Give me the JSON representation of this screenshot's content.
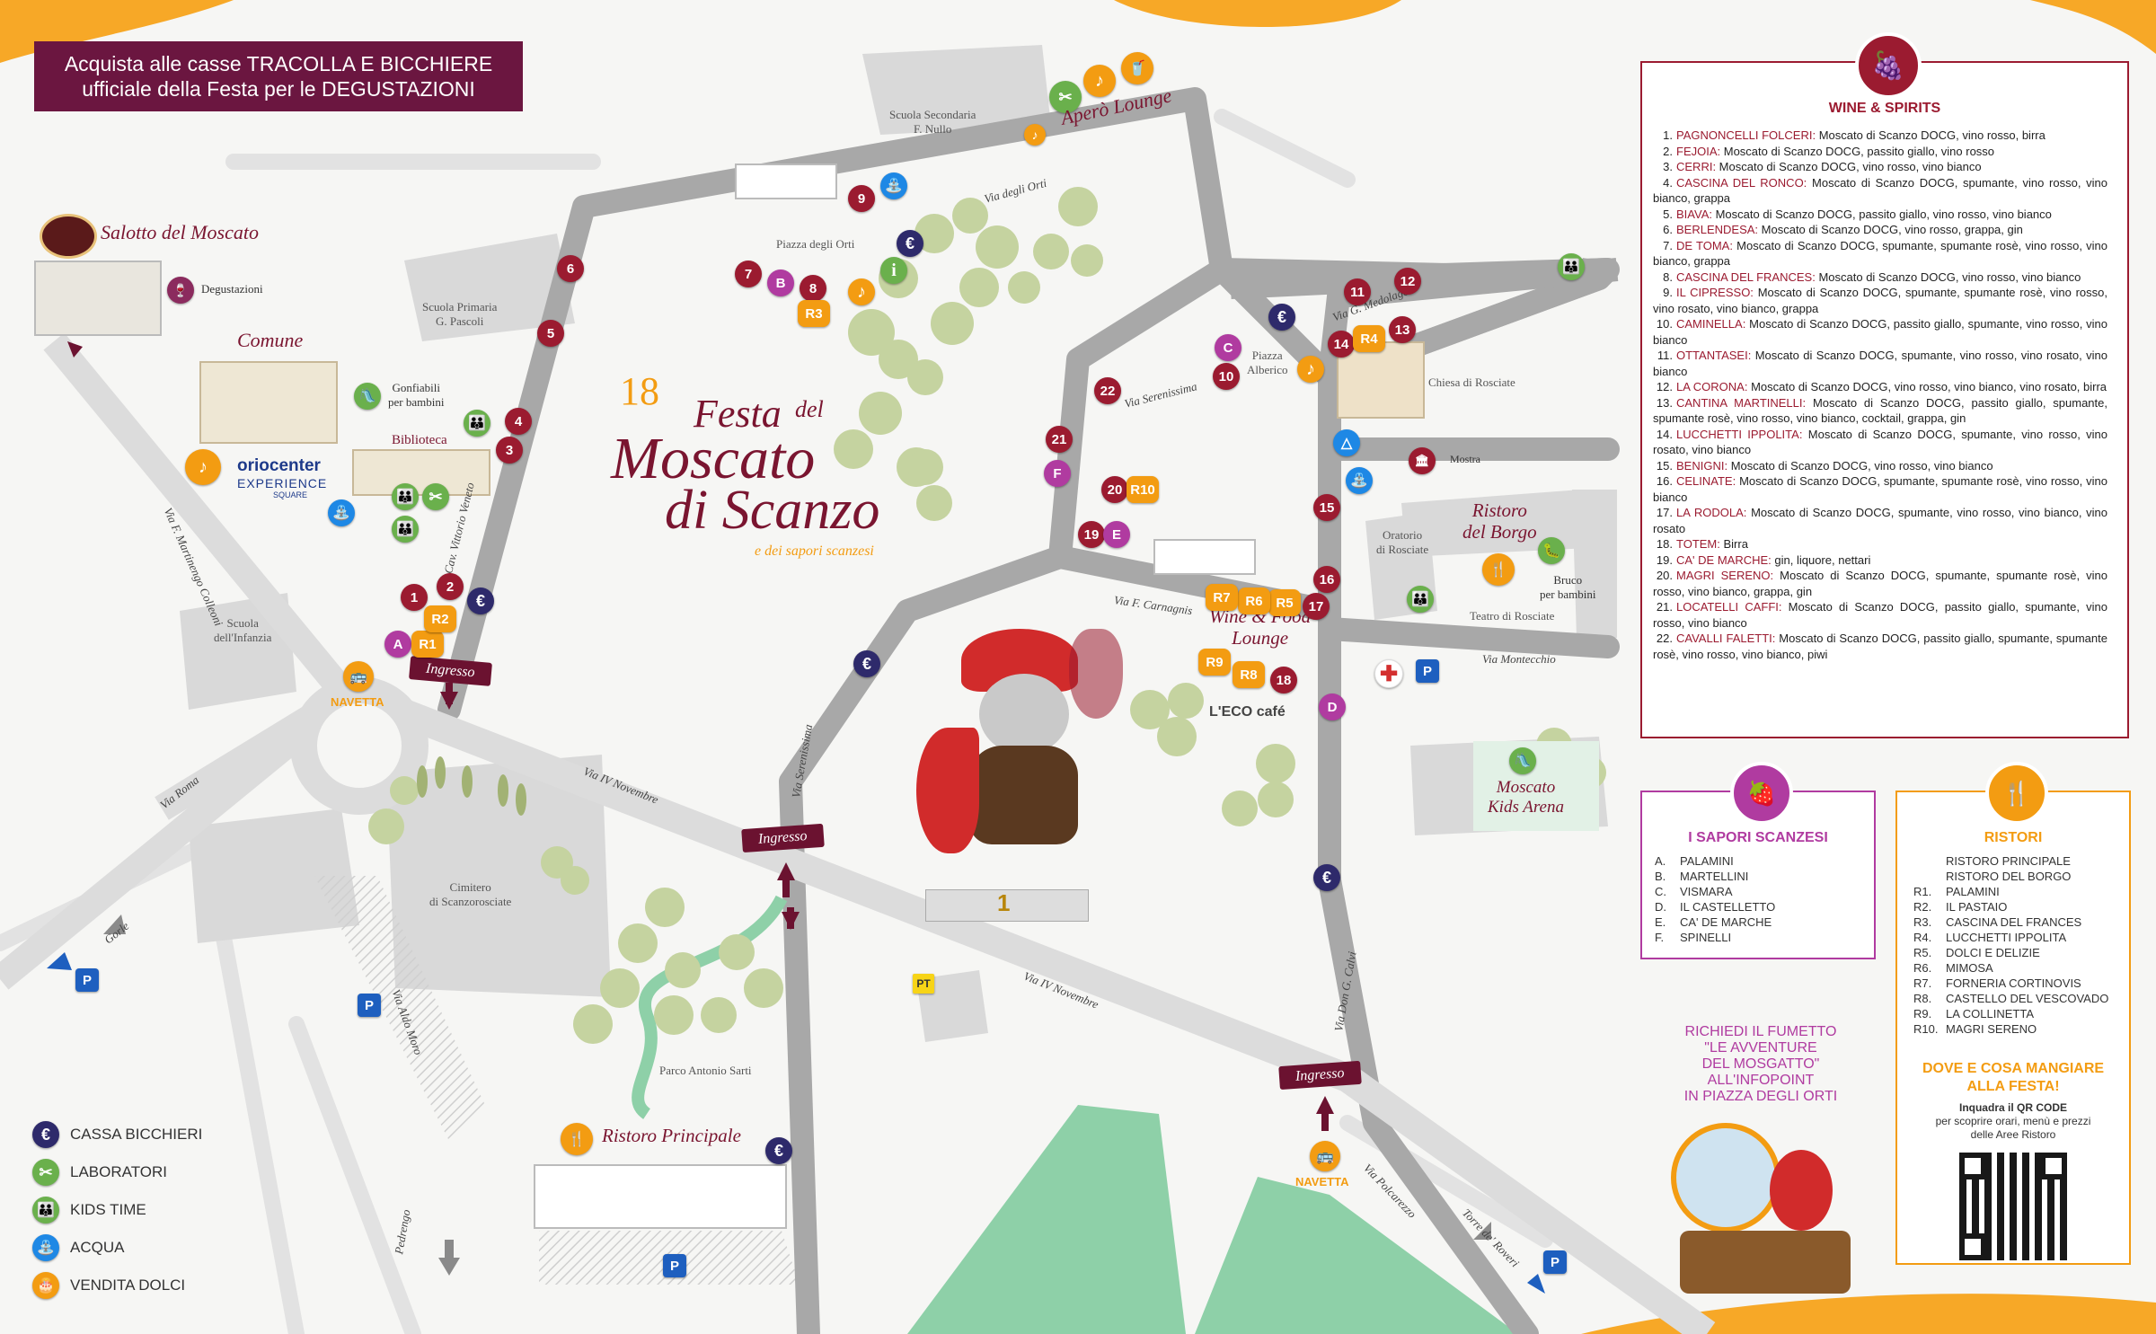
{
  "banner": {
    "line1": "Acquista alle casse TRACOLLA E BICCHIERE",
    "line2": "ufficiale della Festa per le DEGUSTAZIONI"
  },
  "title": {
    "number": "18",
    "word1": "Festa",
    "word2": "del",
    "word3": "Moscato",
    "word4": "di Scanzo",
    "subtitle": "e dei sapori scanzesi"
  },
  "venues": {
    "salotto": "Salotto del Moscato",
    "degustazioni": "Degustazioni",
    "comune": "Comune",
    "gonfiabili": "Gonfiabili\nper bambini",
    "biblioteca": "Biblioteca",
    "aperol": "Aperò Lounge",
    "wine_food": "Wine & Food\nLounge",
    "ristoro_borgo": "Ristoro\ndel Borgo",
    "bruco": "Bruco\nper bambini",
    "mostra": "Mostra",
    "kids_arena": "Moscato\nKids Arena",
    "ristoro_principale": "Ristoro Principale",
    "navetta1": "NAVETTA",
    "navetta2": "NAVETTA",
    "ingresso": "Ingresso",
    "ecocafe": "L'ECO café"
  },
  "oriocenter": {
    "name": "oriocenter",
    "tag": "EXPERIENCE",
    "sub": "SQUARE"
  },
  "buildings": {
    "scuola_sec": "Scuola Secondaria\nF. Nullo",
    "scuola_prim": "Scuola Primaria\nG. Pascoli",
    "scuola_inf": "Scuola\ndell'Infanzia",
    "cimitero": "Cimitero\ndi Scanzorosciate",
    "chiesa": "Chiesa di Rosciate",
    "oratorio": "Oratorio\ndi Rosciate",
    "teatro": "Teatro di Rosciate",
    "piazza_orti": "Piazza degli Orti",
    "piazza_alberico": "Piazza\nAlberico",
    "parco": "Parco Antonio Sarti"
  },
  "streets": {
    "orti": "Via degli Orti",
    "serenissima1": "Via Serenissima",
    "serenissima2": "Via Serenissima",
    "vittorio": "Via Cav. Vittorio Veneto",
    "martinengo": "Via F. Martinengo Colleoni",
    "novembre1": "Via IV Novembre",
    "novembre2": "Via IV Novembre",
    "roma": "Via Roma",
    "aldo_moro": "Via Aldo Moro",
    "carnagnis": "Via F. Carnagnis",
    "montecchio": "Via Montecchio",
    "calvi": "Via Don G. Calvi",
    "medolago": "Via G. Medolago",
    "polcarezzo": "Via Polcarezzo",
    "gorle": "Gorle",
    "pedrengo": "Pedrengo",
    "torre": "Torre de' Roveri"
  },
  "legend": [
    {
      "icon": "euro-icon",
      "label": "CASSA BICCHIERI",
      "color": "#2e2a6b"
    },
    {
      "icon": "tools-icon",
      "label": "LABORATORI",
      "color": "#6ab04c"
    },
    {
      "icon": "kids-icon",
      "label": "KIDS TIME",
      "color": "#6ab04c"
    },
    {
      "icon": "water-icon",
      "label": "ACQUA",
      "color": "#1e88e5"
    },
    {
      "icon": "cake-icon",
      "label": "VENDITA DOLCI",
      "color": "#f39c12"
    }
  ],
  "wine_spirits": {
    "title": "WINE & SPIRITS",
    "items": [
      {
        "n": "1.",
        "name": "PAGNONCELLI FOLCERI:",
        "desc": " Moscato di Scanzo DOCG, vino rosso, birra"
      },
      {
        "n": "2.",
        "name": "FEJOIA:",
        "desc": " Moscato di Scanzo DOCG, passito giallo, vino rosso"
      },
      {
        "n": "3.",
        "name": "CERRI:",
        "desc": " Moscato di Scanzo DOCG, vino rosso, vino bianco"
      },
      {
        "n": "4.",
        "name": "CASCINA DEL RONCO:",
        "desc": " Moscato di Scanzo DOCG, spumante, vino rosso, vino bianco, grappa"
      },
      {
        "n": "5.",
        "name": "BIAVA:",
        "desc": " Moscato di Scanzo DOCG, passito giallo, vino rosso, vino bianco"
      },
      {
        "n": "6.",
        "name": "BERLENDESA:",
        "desc": " Moscato di Scanzo DOCG, vino rosso, grappa, gin"
      },
      {
        "n": "7.",
        "name": "DE TOMA:",
        "desc": " Moscato di Scanzo DOCG, spumante, spumante rosè, vino rosso, vino bianco, grappa"
      },
      {
        "n": "8.",
        "name": "CASCINA DEL FRANCES:",
        "desc": " Moscato di Scanzo DOCG, vino rosso, vino bianco"
      },
      {
        "n": "9.",
        "name": "IL CIPRESSO:",
        "desc": " Moscato di Scanzo DOCG, spumante, spumante rosè, vino rosso, vino rosato, vino bianco, grappa"
      },
      {
        "n": "10.",
        "name": "CAMINELLA:",
        "desc": " Moscato di Scanzo DOCG, passito giallo, spumante, vino rosso, vino bianco"
      },
      {
        "n": "11.",
        "name": "OTTANTASEI:",
        "desc": " Moscato di Scanzo DOCG, spumante, vino rosso, vino rosato, vino bianco"
      },
      {
        "n": "12.",
        "name": "LA CORONA:",
        "desc": " Moscato di Scanzo DOCG, vino rosso, vino bianco, vino rosato, birra"
      },
      {
        "n": "13.",
        "name": "CANTINA MARTINELLI:",
        "desc": " Moscato di Scanzo DOCG, passito giallo, spumante, spumante rosè, vino rosso, vino bianco, cocktail, grappa, gin"
      },
      {
        "n": "14.",
        "name": "LUCCHETTI IPPOLITA:",
        "desc": " Moscato di Scanzo DOCG, spumante, vino rosso, vino rosato, vino bianco"
      },
      {
        "n": "15.",
        "name": "BENIGNI:",
        "desc": " Moscato di Scanzo DOCG, vino rosso, vino bianco"
      },
      {
        "n": "16.",
        "name": "CELINATE:",
        "desc": " Moscato di Scanzo DOCG, spumante, spumante rosè, vino rosso, vino bianco"
      },
      {
        "n": "17.",
        "name": "LA RODOLA:",
        "desc": " Moscato di Scanzo DOCG, spumante, vino rosso, vino bianco, vino rosato"
      },
      {
        "n": "18.",
        "name": "TOTEM:",
        "desc": " Birra"
      },
      {
        "n": "19.",
        "name": "CA' DE MARCHE:",
        "desc": " gin, liquore, nettari"
      },
      {
        "n": "20.",
        "name": "MAGRI SERENO:",
        "desc": " Moscato di Scanzo DOCG, spumante, spumante rosè, vino rosso, vino bianco, grappa, gin"
      },
      {
        "n": "21.",
        "name": "LOCATELLI CAFFI:",
        "desc": " Moscato di Scanzo DOCG, passito giallo, spumante, vino rosso, vino bianco"
      },
      {
        "n": "22.",
        "name": "CAVALLI FALETTI:",
        "desc": " Moscato di Scanzo DOCG, passito giallo, spumante, spumante rosè, vino rosso, vino bianco, piwi"
      }
    ]
  },
  "sapori": {
    "title": "I SAPORI SCANZESI",
    "items": [
      {
        "k": "A.",
        "v": "PALAMINI"
      },
      {
        "k": "B.",
        "v": "MARTELLINI"
      },
      {
        "k": "C.",
        "v": "VISMARA"
      },
      {
        "k": "D.",
        "v": "IL CASTELLETTO"
      },
      {
        "k": "E.",
        "v": "CA' DE MARCHE"
      },
      {
        "k": "F.",
        "v": "SPINELLI"
      }
    ]
  },
  "ristori": {
    "title": "RISTORI",
    "main": [
      "RISTORO PRINCIPALE",
      "RISTORO DEL BORGO"
    ],
    "items": [
      {
        "k": "R1.",
        "v": "PALAMINI"
      },
      {
        "k": "R2.",
        "v": "IL PASTAIO"
      },
      {
        "k": "R3.",
        "v": "CASCINA DEL FRANCES"
      },
      {
        "k": "R4.",
        "v": "LUCCHETTI IPPOLITA"
      },
      {
        "k": "R5.",
        "v": "DOLCI E DELIZIE"
      },
      {
        "k": "R6.",
        "v": "MIMOSA"
      },
      {
        "k": "R7.",
        "v": "FORNERIA CORTINOVIS"
      },
      {
        "k": "R8.",
        "v": "CASTELLO DEL VESCOVADO"
      },
      {
        "k": "R9.",
        "v": "LA COLLINETTA"
      },
      {
        "k": "R10.",
        "v": "MAGRI SERENO"
      }
    ],
    "cta1": "DOVE E COSA MANGIARE",
    "cta2": "ALLA FESTA!",
    "qr1": "Inquadra il QR CODE",
    "qr2": "per scoprire orari, menù e prezzi",
    "qr3": "delle Aree Ristoro"
  },
  "fumetto": {
    "l1": "RICHIEDI IL FUMETTO",
    "l2": "\"LE AVVENTURE",
    "l3": "DEL MOSGATTO\"",
    "l4": "ALL'INFOPOINT",
    "l5": "IN PIAZZA DEGLI ORTI"
  },
  "pt": "PT",
  "podium": "1"
}
